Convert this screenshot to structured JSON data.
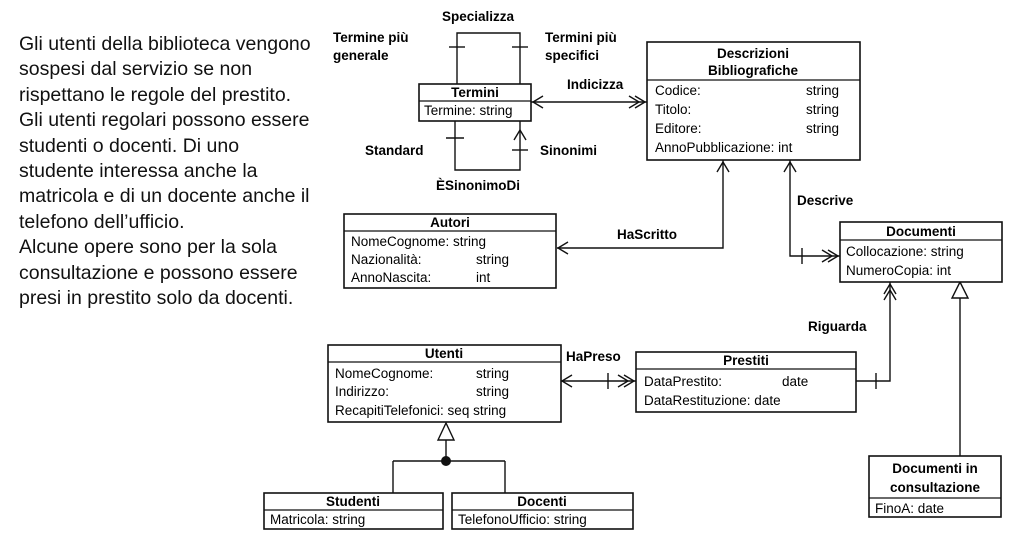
{
  "intro": {
    "paragraphs": [
      "Gli utenti della biblioteca vengono sospesi dal servizio se non rispettano le regole del prestito. Gli utenti regolari possono essere studenti o docenti. Di uno studente interessa anche la matricola e di un docente anche il telefono dell’ufficio.",
      "Alcune opere sono per la sola consultazione e possono essere presi in prestito solo da docenti."
    ]
  },
  "entities": {
    "termini": {
      "title": "Termini",
      "attrs": [
        [
          "Termine: string",
          ""
        ]
      ]
    },
    "descrizioni": {
      "title_lines": [
        "Descrizioni",
        "Bibliografiche"
      ],
      "attrs": [
        [
          "Codice:",
          "string"
        ],
        [
          "Titolo:",
          "string"
        ],
        [
          "Editore:",
          "string"
        ],
        [
          "AnnoPubblicazione: int",
          ""
        ]
      ]
    },
    "autori": {
      "title": "Autori",
      "attrs": [
        [
          "NomeCognome: string",
          ""
        ],
        [
          "Nazionalità:",
          "string"
        ],
        [
          "AnnoNascita:",
          "int"
        ]
      ]
    },
    "documenti": {
      "title": "Documenti",
      "attrs": [
        [
          "Collocazione:  string",
          ""
        ],
        [
          "NumeroCopia: int",
          ""
        ]
      ]
    },
    "utenti": {
      "title": "Utenti",
      "attrs": [
        [
          "NomeCognome:",
          "string"
        ],
        [
          "Indirizzo:",
          "string"
        ],
        [
          "RecapitiTelefonici: seq string",
          ""
        ]
      ]
    },
    "prestiti": {
      "title": "Prestiti",
      "attrs": [
        [
          "DataPrestito:",
          "date"
        ],
        [
          "DataRestituzione: date",
          ""
        ]
      ]
    },
    "studenti": {
      "title": "Studenti",
      "attrs": [
        [
          "Matricola: string",
          ""
        ]
      ]
    },
    "docenti": {
      "title": "Docenti",
      "attrs": [
        [
          "TelefonoUfficio:  string",
          ""
        ]
      ]
    },
    "consultazione": {
      "title_lines": [
        "Documenti in",
        "consultazione"
      ],
      "attrs": [
        [
          "FinoA:  date",
          ""
        ]
      ]
    }
  },
  "relations": {
    "specializza": "Specializza",
    "termine_generale": [
      "Termine più",
      "generale"
    ],
    "termini_specifici": [
      "Termini più",
      "specifici"
    ],
    "standard": "Standard",
    "sinonimi": "Sinonimi",
    "esinonimodi": "ÈSinonimoDi",
    "indicizza": "Indicizza",
    "descrive": "Descrive",
    "hascritto": "HaScritto",
    "riguarda": "Riguarda",
    "hapreso": "HaPreso"
  }
}
